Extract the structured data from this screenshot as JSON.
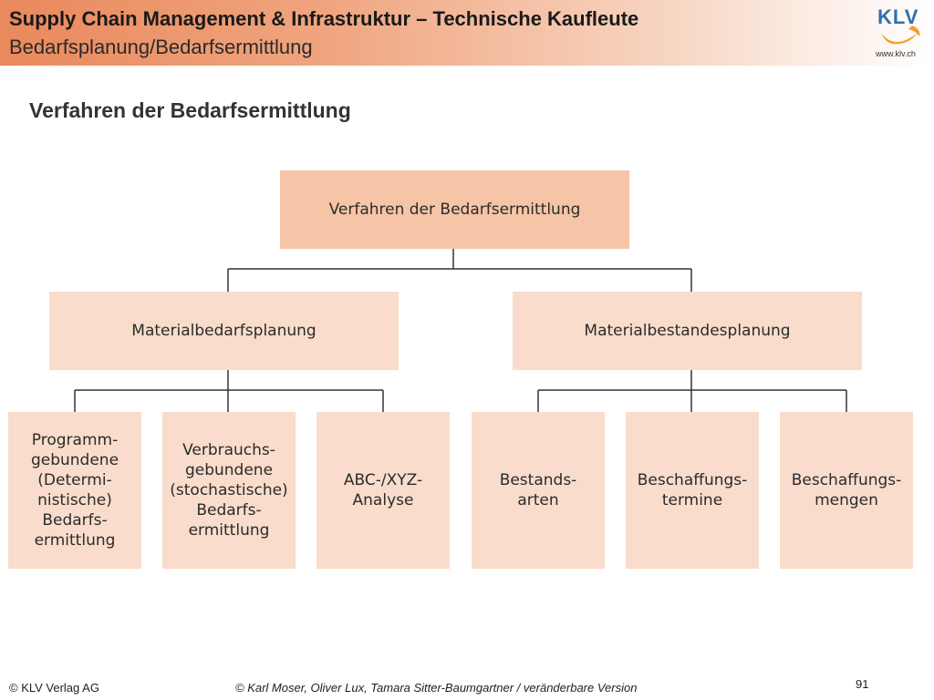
{
  "header": {
    "title": "Supply Chain Management & Infrastruktur – Technische Kaufleute",
    "subtitle": "Bedarfsplanung/Bedarfsermittlung",
    "logo_text": "KLV",
    "logo_url": "www.klv.ch"
  },
  "section_title": "Verfahren der Bedarfsermittlung",
  "diagram": {
    "root": "Verfahren der Bedarfsermittlung",
    "level2": [
      "Materialbedarfsplanung",
      "Materialbestandesplanung"
    ],
    "materialbedarf_children": [
      "Programm-\ngebundene\n(Determi-\nnistische)\nBedarfs-\nermittlung",
      "Verbrauchs-\ngebundene\n(stochastische)\nBedarfs-\nermittlung",
      "ABC-/XYZ-\nAnalyse"
    ],
    "materialbestand_children": [
      "Bestands-\narten",
      "Beschaffungs-\ntermine",
      "Beschaffungs-\nmengen"
    ]
  },
  "footer": {
    "left": "© KLV Verlag AG",
    "center": "© Karl Moser, Oliver Lux, Tamara Sitter-Baumgartner / veränderbare Version",
    "page_number": "91"
  },
  "colors": {
    "header_orange": "#e9895c",
    "root_box": "#f6c4a6",
    "child_box": "#f9dccb",
    "logo_blue": "#2f6fb0",
    "logo_orange": "#f0a030"
  },
  "icons": {
    "logo": "klv-logo-swoosh"
  }
}
